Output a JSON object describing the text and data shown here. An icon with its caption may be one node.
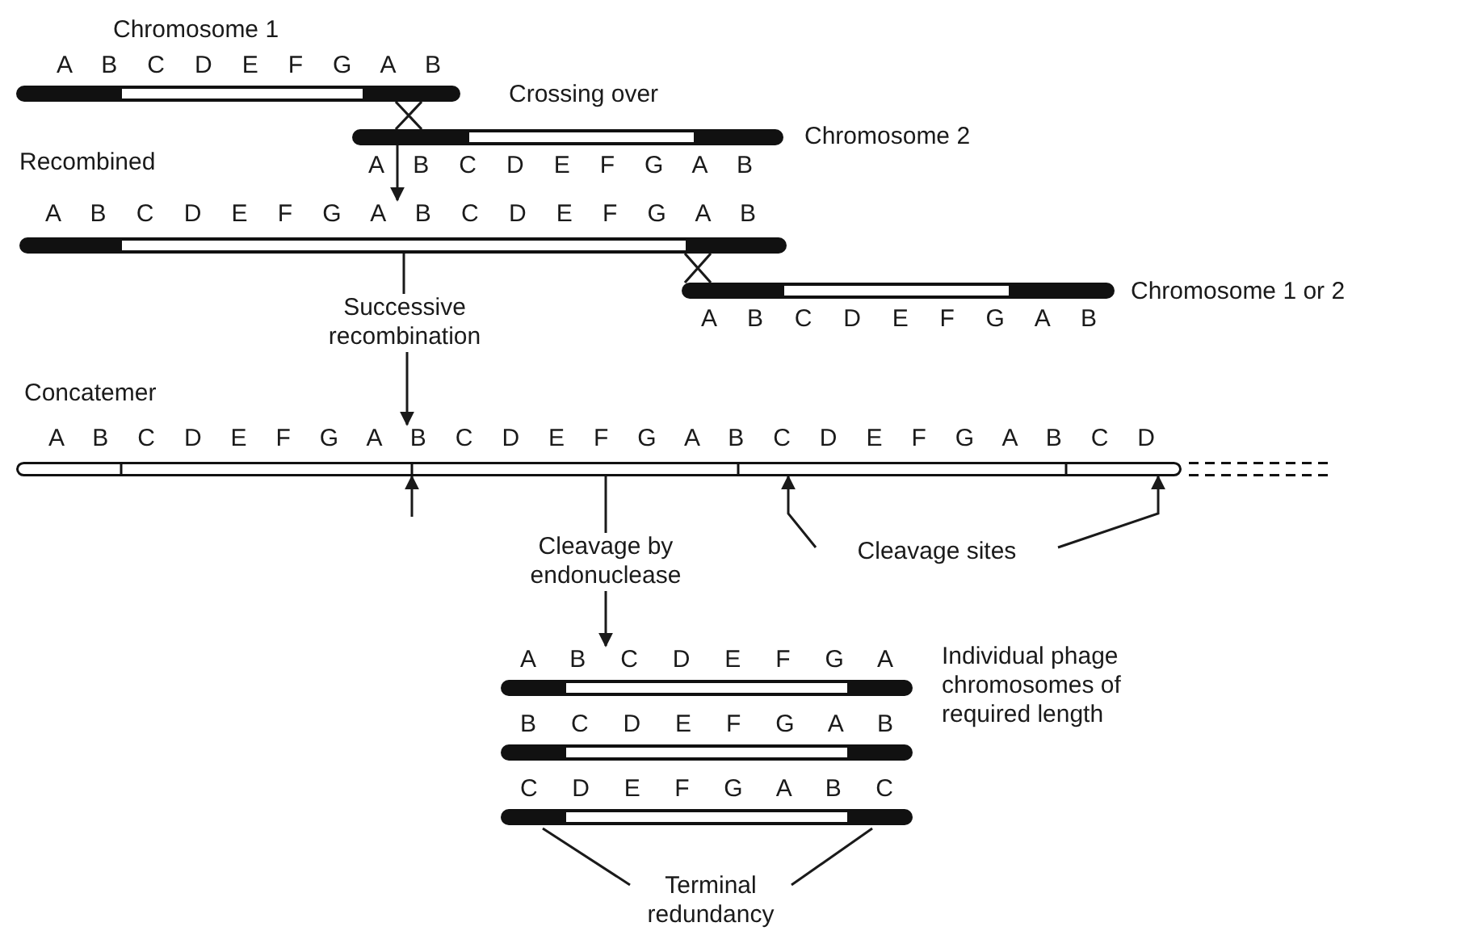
{
  "diagram": {
    "nodes": [
      {
        "text": [
          "A B C D E F G A B"
        ]
      },
      {
        "text": [
          "A B C D E F G A B"
        ],
        "beside": [
          "Chromosome 2"
        ]
      },
      {
        "text": [
          "A B C D E F G A B C D E F G A B"
        ]
      },
      {
        "text": [
          "A B C D E F G A B"
        ],
        "beside": [
          "Chromosome 1 or 2"
        ]
      },
      {
        "text": [
          "Successive recombination"
        ]
      },
      {
        "text": [
          "A B C D E F G A B C D E F G A B C D E F G A B C D"
        ]
      },
      {
        "text": [
          "Cleavage by endonuclease"
        ]
      },
      {
        "text": [
          "Cleavage sites"
        ]
      },
      {
        "text": [
          "A B C D E F G A"
        ]
      },
      {
        "text": [
          "B C D E F G A B"
        ]
      },
      {
        "text": [
          "C D E F G A B C"
        ]
      },
      {
        "text": [
          "Terminal redundancy"
        ]
      }
    ],
    "edges": [
      {
        "from": 1,
        "to": 2,
        "arrow": "to"
      },
      {
        "from": 2,
        "to": 4,
        "arrow": "none"
      },
      {
        "from": 4,
        "to": 5,
        "arrow": "to"
      },
      {
        "from": null,
        "to": 5,
        "arrow": "to"
      },
      {
        "from": 7,
        "to": 5,
        "arrow": "to"
      },
      {
        "from": 7,
        "to": 5,
        "arrow": "to"
      },
      {
        "from": 5,
        "to": 6,
        "arrow": "none"
      },
      {
        "from": 6,
        "to": 8,
        "arrow": "to"
      },
      {
        "from": 11,
        "to": 10,
        "arrow": "none"
      },
      {
        "from": 11,
        "to": 10,
        "arrow": "none"
      }
    ],
    "labels": [
      "Chromosome 1",
      "Crossing over",
      "Recombined",
      "Concatemer",
      "Individual phage chromosomes of required length"
    ]
  }
}
